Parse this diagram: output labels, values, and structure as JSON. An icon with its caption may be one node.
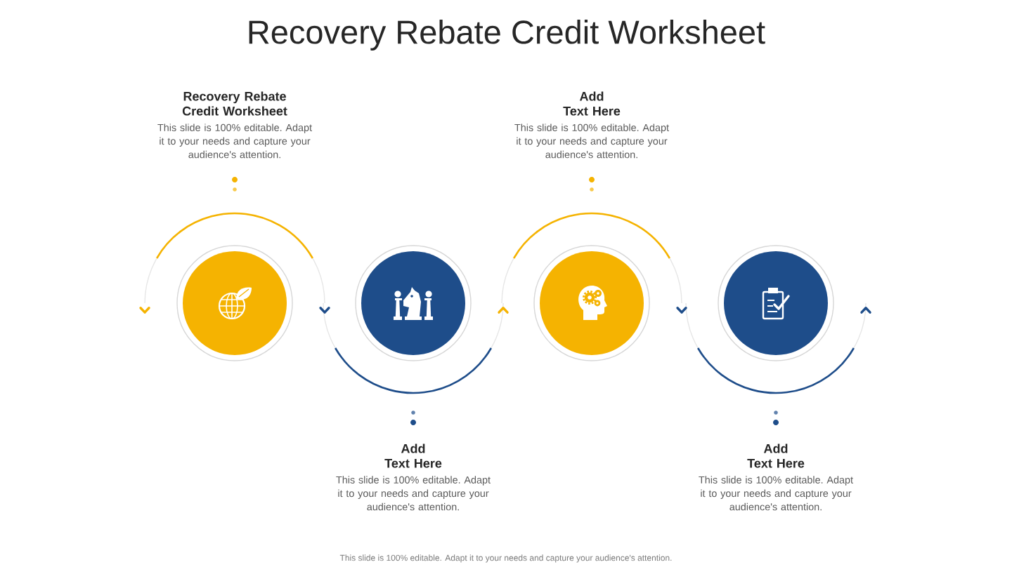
{
  "diagram": {
    "title": "Recovery Rebate Credit Worksheet",
    "nodes": [
      {
        "text": [],
        "shape": "circle",
        "beside": [
          "Recovery Rebate Credit Worksheet",
          "This slide is 100% editable. Adapt it to your needs and capture your audience's attention."
        ]
      },
      {
        "text": [],
        "shape": "circle",
        "beside": [
          "Add Text Here",
          "This slide is 100% editable. Adapt it to your needs and capture your audience's attention."
        ]
      },
      {
        "text": [],
        "shape": "circle",
        "beside": [
          "Add Text Here",
          "This slide is 100% editable. Adapt it to your needs and capture your audience's attention."
        ]
      },
      {
        "text": [],
        "shape": "circle",
        "beside": [
          "Add Text Here",
          "This slide is 100% editable. Adapt it to your needs and capture your audience's attention."
        ]
      }
    ],
    "labels": [
      "This slide is 100% editable. Adapt it to your needs and capture your audience's attention."
    ]
  }
}
